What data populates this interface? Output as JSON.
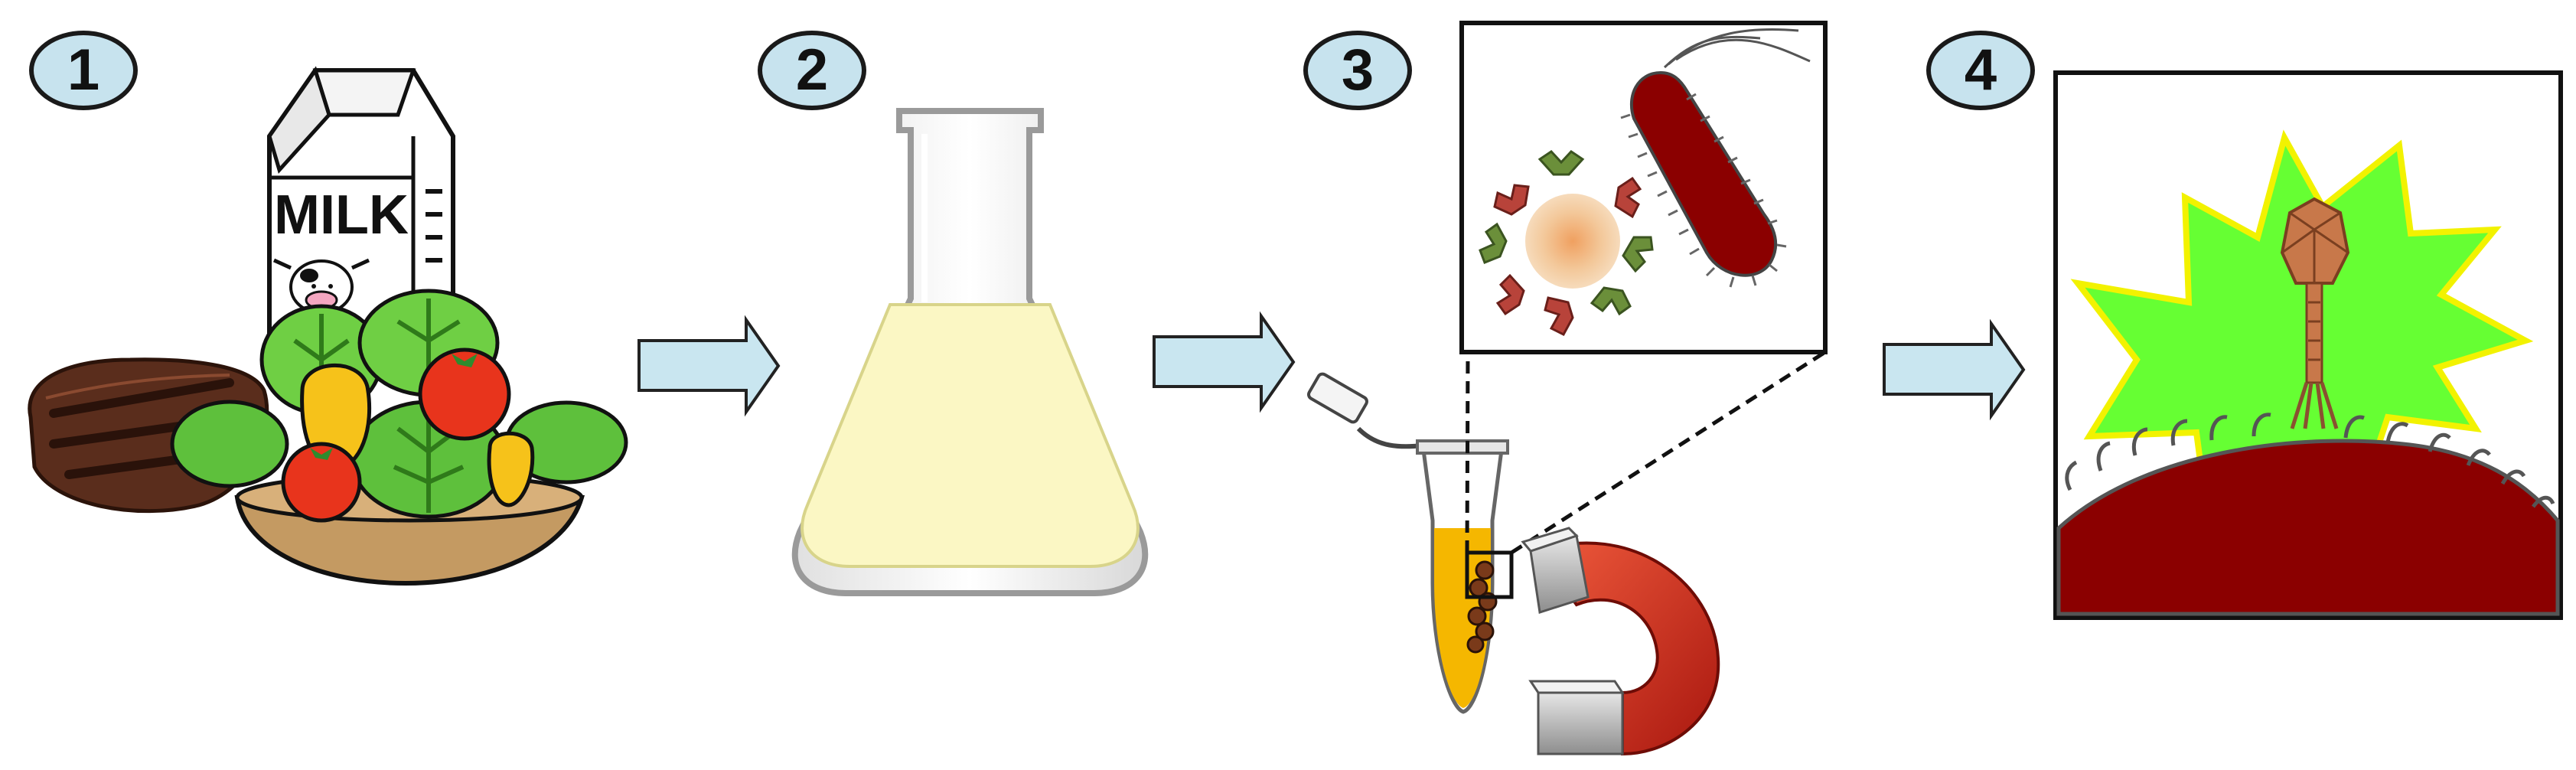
{
  "steps": [
    {
      "number": "1"
    },
    {
      "number": "2"
    },
    {
      "number": "3"
    },
    {
      "number": "4"
    }
  ],
  "milk_carton": {
    "label": "MILK"
  },
  "colors": {
    "badge_fill": "#c7e3ee",
    "arrow_fill": "#c9e6f0",
    "broth": "#fbf7c4",
    "tube_liquid": "#f5b700",
    "bacterium": "#8b0000",
    "burst_green": "#66ff33",
    "burst_outline": "#f2f200",
    "phage": "#c8784a",
    "magnet_red": "#d2261a",
    "magnet_metal": "#b8b8b8"
  },
  "icons": [
    "food-sample-icon",
    "flask-icon",
    "tube-magnet-icon",
    "bacteriophage-icon"
  ]
}
